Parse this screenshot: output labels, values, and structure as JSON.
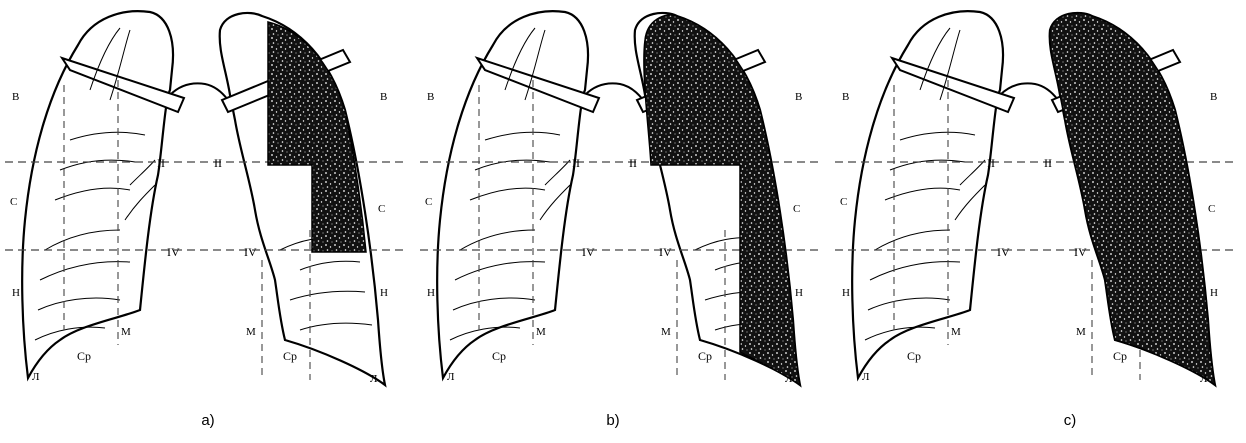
{
  "defs": {
    "stipple": "lung-stipple-pattern",
    "hatch": "lung-hatch-lines"
  },
  "colors": {
    "ink": "#000000",
    "paper": "#ffffff",
    "dash": "#444444"
  },
  "labels": {
    "upper": "В",
    "middle": "С",
    "lower": "Н",
    "rib2": "II",
    "rib4": "IV",
    "midclav": "М",
    "mid": "Ср",
    "left_corner": "Л",
    "right_corner": "Л"
  },
  "panels": [
    {
      "caption": "a)",
      "shading": "upper-right and middle-right zones consolidated (stipple)"
    },
    {
      "caption": "b)",
      "shading": "upper-right lobe and lateral lower zone consolidated (stipple)"
    },
    {
      "caption": "c)",
      "shading": "entire right lung consolidated (stipple)"
    }
  ]
}
